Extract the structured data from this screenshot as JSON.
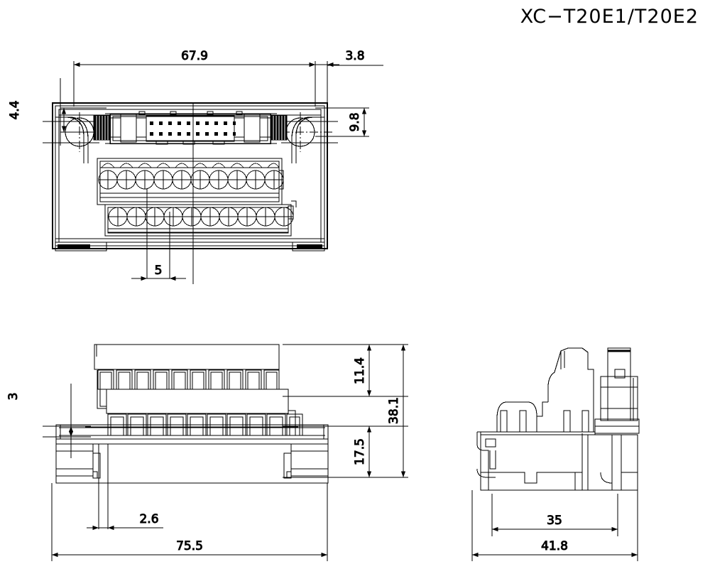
{
  "drawing": {
    "title": "XC−T20E1/T20E2",
    "type": "mechanical-outline-drawing",
    "units": "mm",
    "line_color": "#000000",
    "background_color": "#ffffff",
    "views": [
      {
        "id": "top-view",
        "name": "Top View",
        "position": "upper-left"
      },
      {
        "id": "front-view",
        "name": "Front View",
        "position": "lower-left"
      },
      {
        "id": "side-view",
        "name": "Side View",
        "position": "lower-right"
      }
    ]
  },
  "dimensions": {
    "top_view": {
      "overall_width": "67.9",
      "edge_offset": "3.8",
      "hole_from_top": "4.4",
      "connector_height": "9.8",
      "terminal_pitch": "5"
    },
    "front_view": {
      "base_thickness": "3",
      "upper_block_height": "11.4",
      "lower_block_height": "17.5",
      "overall_height": "38.1",
      "rail_slot_width": "2.6",
      "overall_length": "75.5"
    },
    "side_view": {
      "rail_width": "35",
      "overall_depth": "41.8"
    }
  },
  "components": {
    "terminal_screws_top_row": 10,
    "terminal_screws_bottom_row": 10,
    "connector_pin_rows": 2,
    "connector_pins_per_row": 10,
    "front_terminal_cells_upper": 10,
    "front_terminal_cells_lower": 10
  }
}
